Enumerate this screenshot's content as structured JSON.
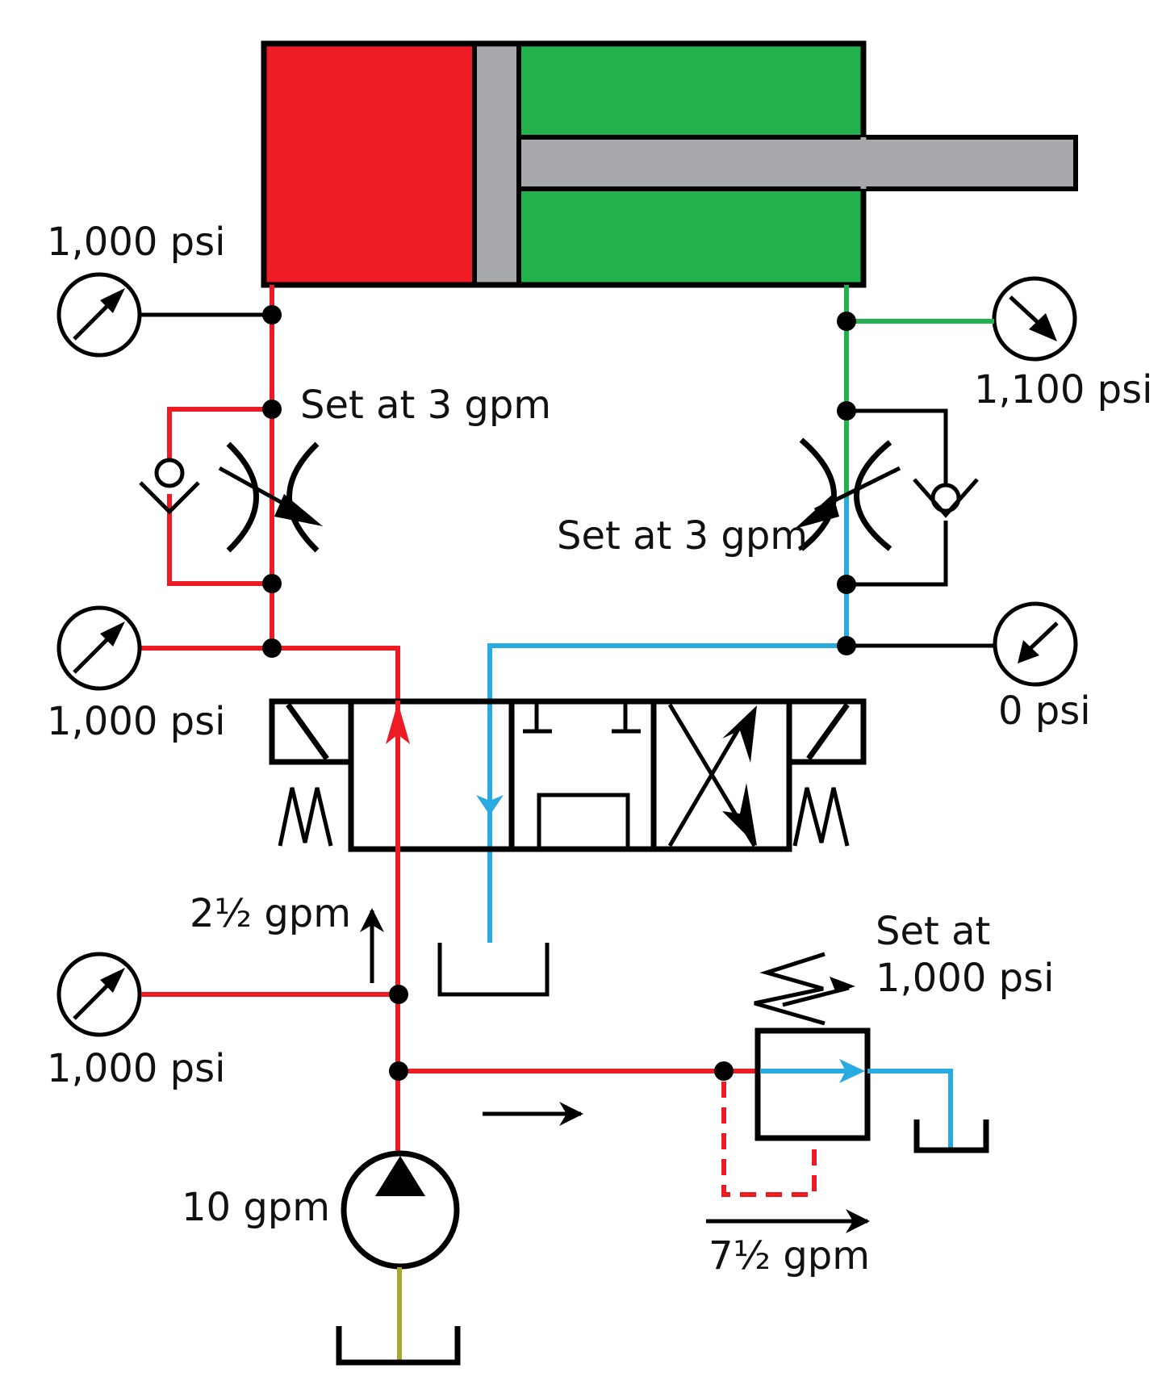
{
  "colors": {
    "pressure_line": "#ed1c24",
    "cap_end_fill": "#ed1c24",
    "rod_end_fill": "#22b14c",
    "return_line": "#29abe2",
    "suction_line": "#a6a832",
    "piston_rod": "#a7a9ac",
    "outline": "#000000"
  },
  "components": {
    "cylinder": {
      "name": "double-acting cylinder"
    },
    "pump": {
      "name": "fixed displacement pump",
      "flow_label": "10 gpm"
    },
    "directional_valve": {
      "name": "4-way 3-position solenoid valve, spring centered"
    },
    "left_flow_control": {
      "label": "Set at 3 gpm"
    },
    "right_flow_control": {
      "label": "Set at 3 gpm"
    },
    "relief_valve": {
      "label_line1": "Set at",
      "label_line2": "1,000 psi"
    }
  },
  "gauges": [
    {
      "id": "cap-end",
      "label": "1,000 psi"
    },
    {
      "id": "rod-end",
      "label": "1,100 psi"
    },
    {
      "id": "valve-pressure-port",
      "label": "1,000 psi"
    },
    {
      "id": "valve-return",
      "label": "0 psi"
    },
    {
      "id": "pump-outlet",
      "label": "1,000 psi"
    }
  ],
  "flows": {
    "to_valve": "2½ gpm",
    "through_relief": "7½ gpm"
  }
}
